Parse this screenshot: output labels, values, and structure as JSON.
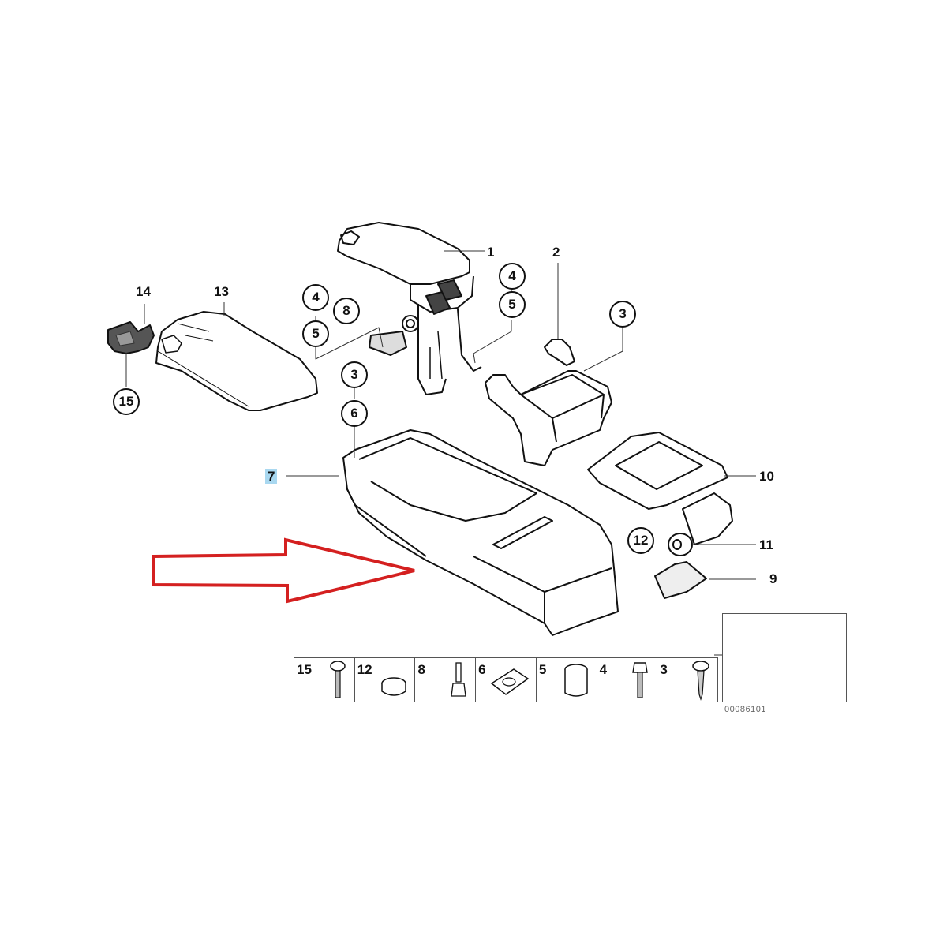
{
  "diagram": {
    "type": "exploded-parts-diagram",
    "subject": "Center console armrest assembly",
    "reference_code": "00086101",
    "highlighted_part": "7",
    "callouts": {
      "p1": "1",
      "p2": "2",
      "p3_right": "3",
      "p3_mid": "3",
      "p4_left": "4",
      "p5_left": "5",
      "p8": "8",
      "p4_right": "4",
      "p5_right": "5",
      "p6": "6",
      "p7": "7",
      "p9": "9",
      "p10": "10",
      "p11": "11",
      "p12": "12",
      "p13": "13",
      "p14": "14",
      "p15": "15"
    },
    "hardware_table": [
      {
        "number": "15",
        "icon": "screw-icon"
      },
      {
        "number": "12",
        "icon": "cap-plug-icon"
      },
      {
        "number": "8",
        "icon": "stud-pin-icon"
      },
      {
        "number": "6",
        "icon": "clip-nut-icon"
      },
      {
        "number": "5",
        "icon": "sleeve-bushing-icon"
      },
      {
        "number": "4",
        "icon": "bolt-icon"
      },
      {
        "number": "3",
        "icon": "tapping-screw-icon"
      }
    ],
    "annotation": {
      "arrow_color": "#d42020",
      "highlight_color": "#a9d8f0"
    }
  }
}
